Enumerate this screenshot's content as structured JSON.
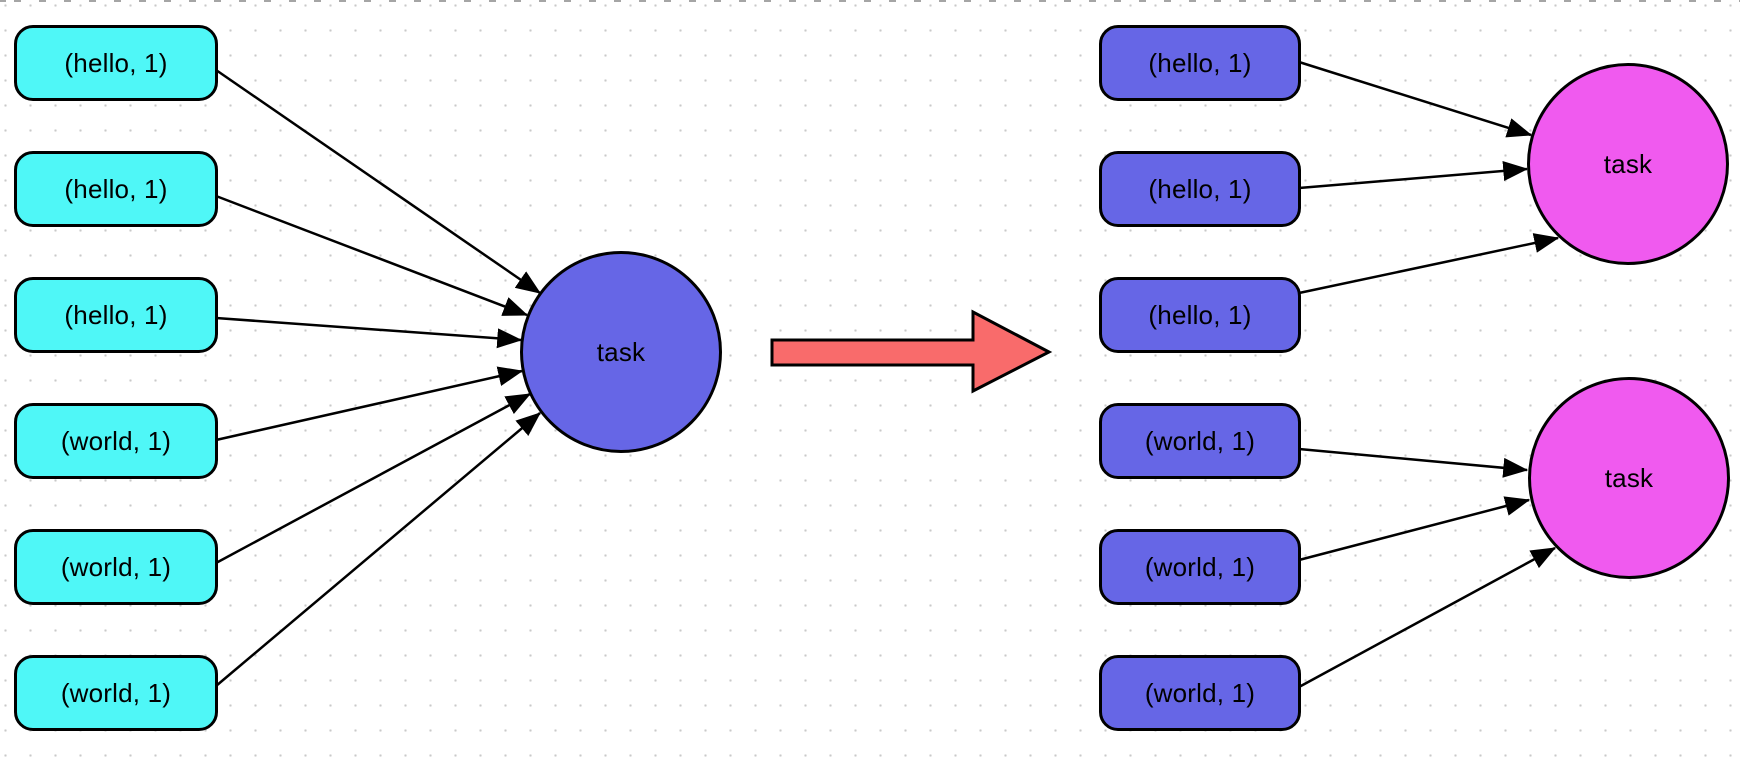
{
  "before": {
    "inputs": [
      {
        "label": "(hello, 1)"
      },
      {
        "label": "(hello, 1)"
      },
      {
        "label": "(hello, 1)"
      },
      {
        "label": "(world, 1)"
      },
      {
        "label": "(world, 1)"
      },
      {
        "label": "(world, 1)"
      }
    ],
    "task_label": "task"
  },
  "after": {
    "inputs": [
      {
        "label": "(hello, 1)"
      },
      {
        "label": "(hello, 1)"
      },
      {
        "label": "(hello, 1)"
      },
      {
        "label": "(world, 1)"
      },
      {
        "label": "(world, 1)"
      },
      {
        "label": "(world, 1)"
      }
    ],
    "task_labels": [
      "task",
      "task"
    ]
  },
  "icons": {
    "transform_arrow": "right-arrow"
  },
  "colors": {
    "input_before_fill": "#4ff7f7",
    "task_before_fill": "#6666e6",
    "input_after_fill": "#6666e6",
    "task_after_fill": "#f05aef",
    "transform_arrow_fill": "#f96b6b",
    "edge_stroke": "#000000",
    "grid_dot": "#c9c9c9",
    "background": "#ffffff"
  }
}
